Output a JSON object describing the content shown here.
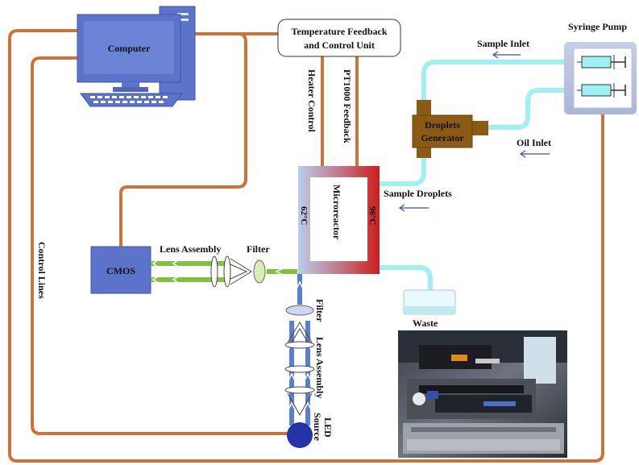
{
  "labels": {
    "computer": "Computer",
    "temp_unit_line1": "Temperature Feedback",
    "temp_unit_line2": "and Control Unit",
    "heater_control": "Heater Control",
    "pt1000_feedback": "PT1000 Feedback",
    "syringe_pump": "Syringe Pump",
    "sample_inlet": "Sample Inlet",
    "oil_inlet": "Oil Inlet",
    "droplets_generator_line1": "Droplets",
    "droplets_generator_line2": "Generator",
    "sample_droplets": "Sample Droplets",
    "microreactor": "Microreactor",
    "temp_62": "62°C",
    "temp_96": "96°C",
    "control_lines": "Control Lines",
    "cmos": "CMOS",
    "lens_assembly_h": "Lens Assembly",
    "filter_h": "Filter",
    "filter_v": "Filter",
    "lens_assembly_v": "Lens Assembly",
    "led_line1": "LED",
    "led_line2": "Source",
    "waste": "Waste"
  },
  "colors": {
    "control_line": "#c8743a",
    "computer_blue": "#5b73c9",
    "fluid_line": "#9ff0f2",
    "optical_green": "#80c23d",
    "optical_blue": "#5a7ed6",
    "heater_cold": "#b9cdea",
    "heater_hot": "#cc1e1e",
    "generator_brown": "#8b5a14",
    "led_blue": "#2234a8",
    "arrow_blue": "#3a4fb0"
  }
}
